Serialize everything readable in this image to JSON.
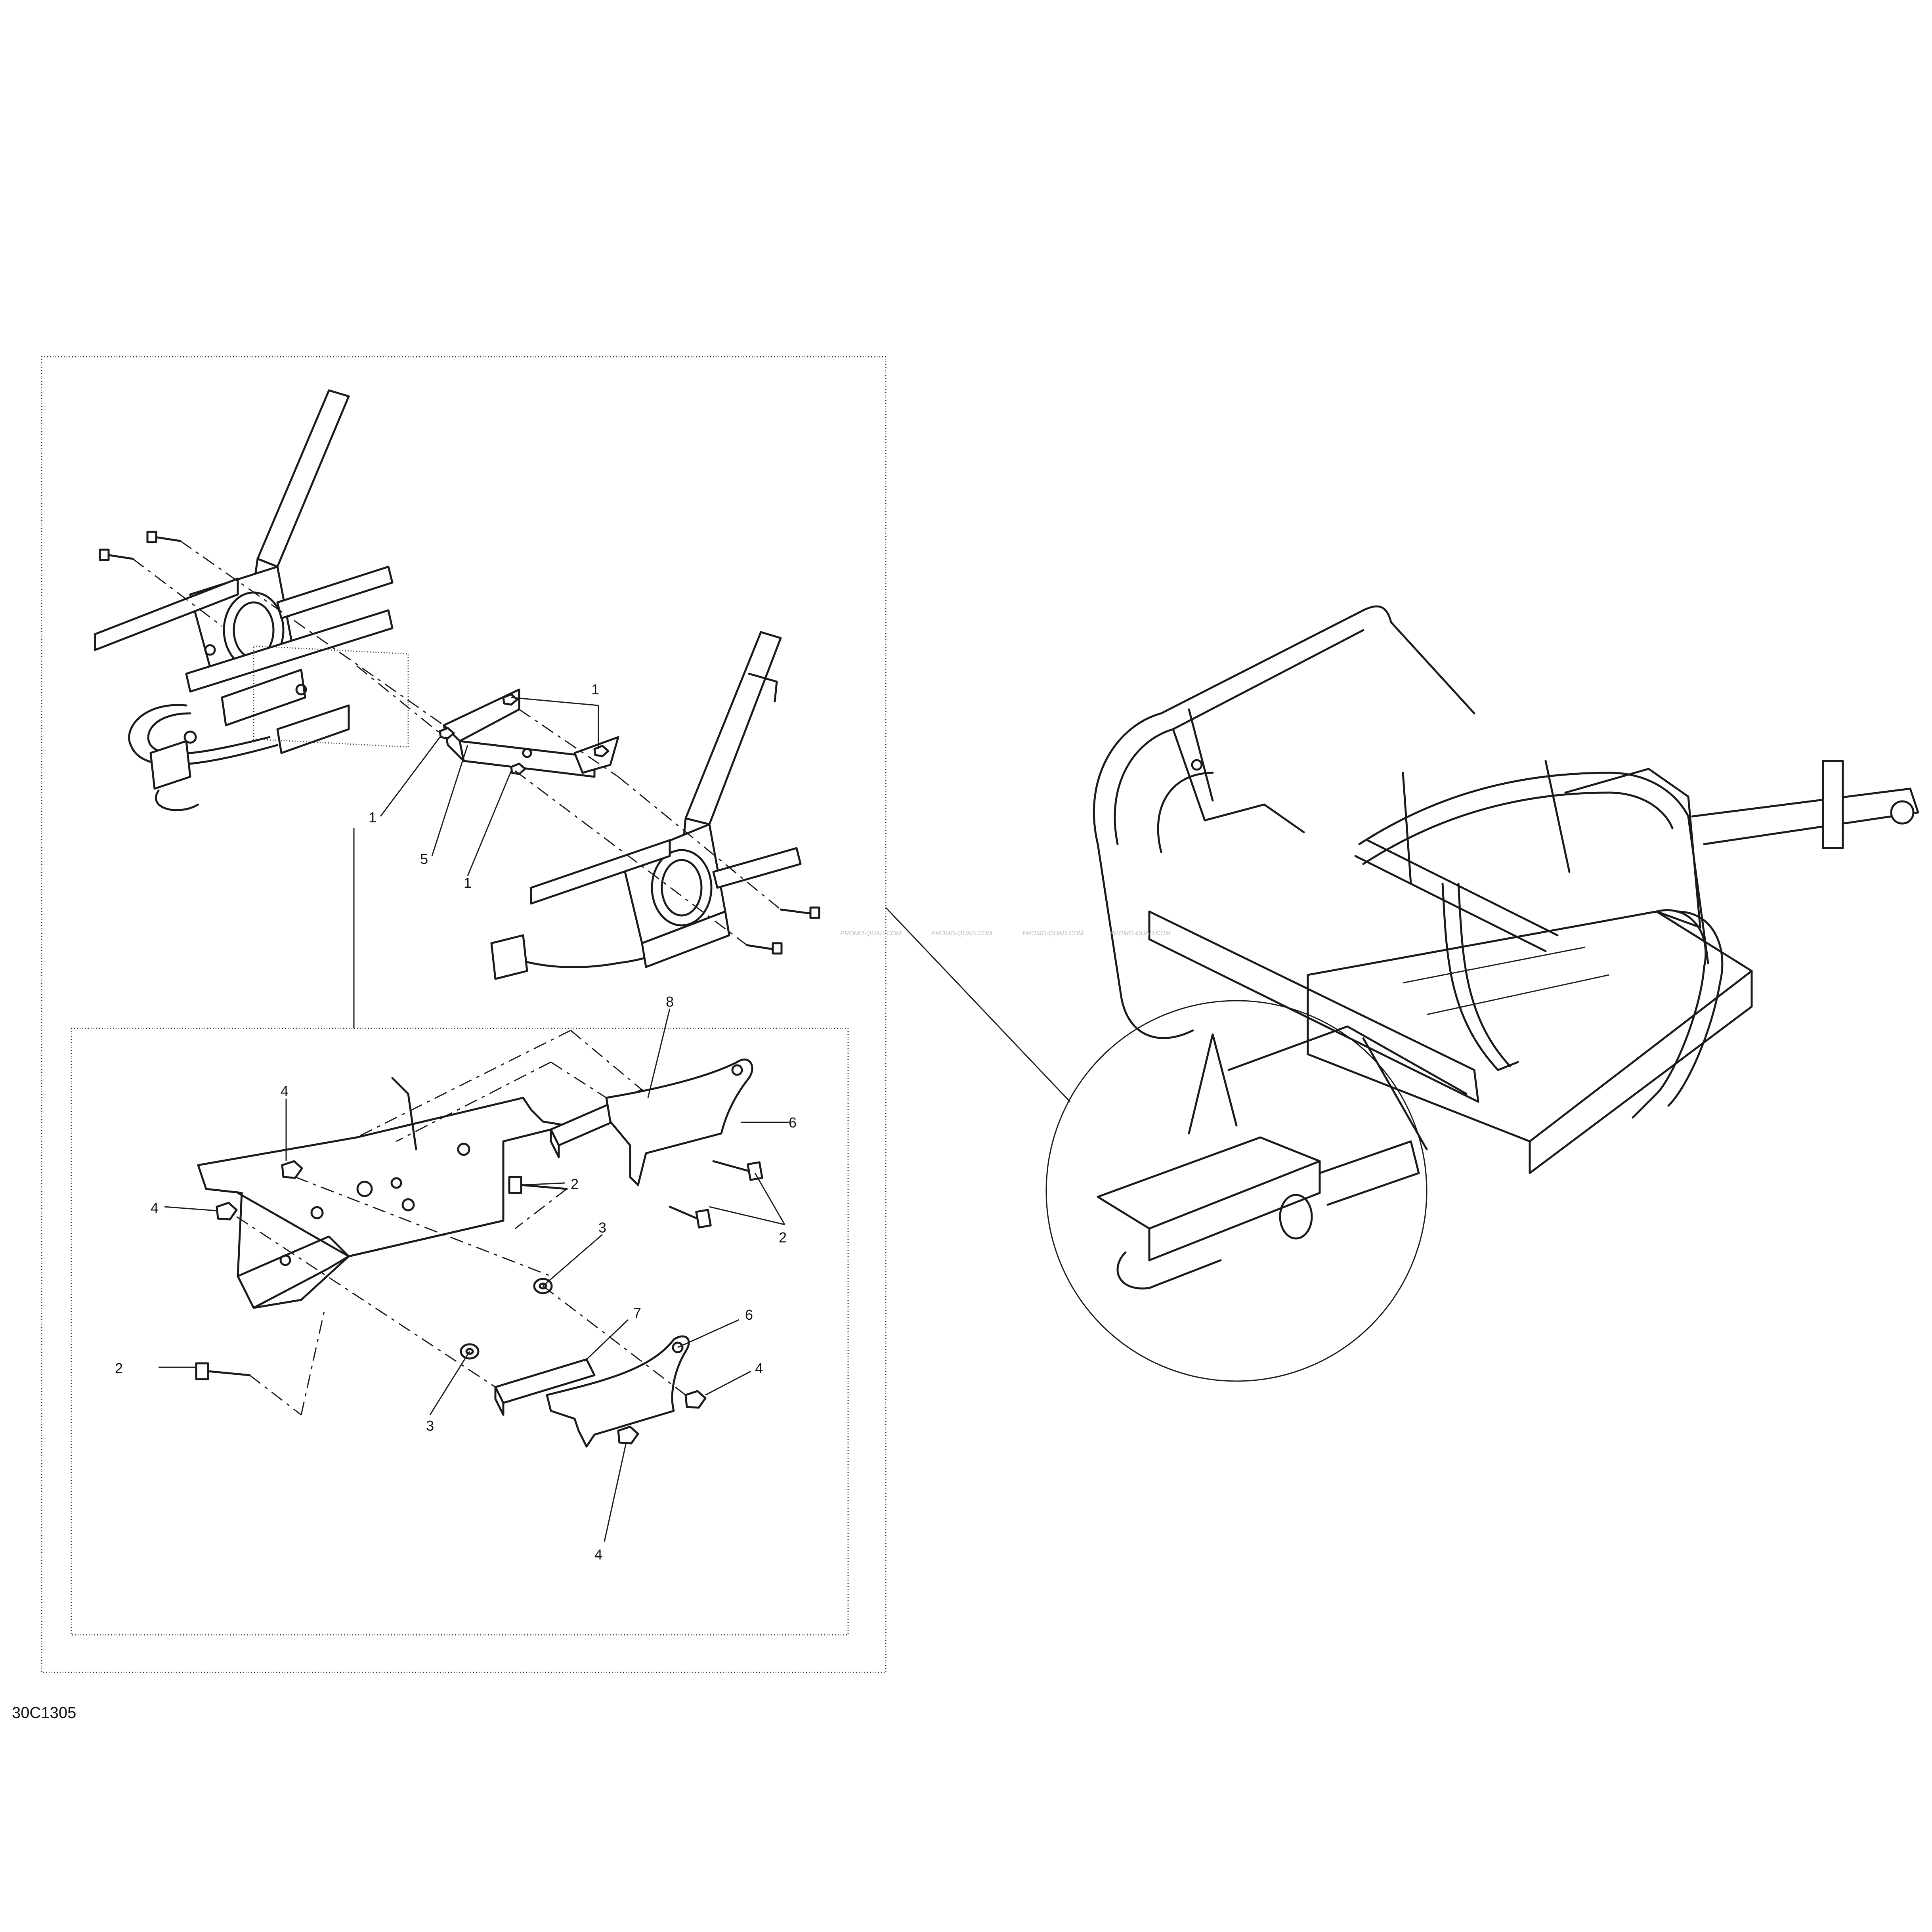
{
  "reference_code": "30C1305",
  "watermark": "PROMO-QUAD.COM",
  "callouts": [
    {
      "id": "c1a",
      "label": "1"
    },
    {
      "id": "c1b",
      "label": "1"
    },
    {
      "id": "c1c",
      "label": "1"
    },
    {
      "id": "c5",
      "label": "5"
    },
    {
      "id": "c8",
      "label": "8"
    },
    {
      "id": "c6a",
      "label": "6"
    },
    {
      "id": "c4a",
      "label": "4"
    },
    {
      "id": "c4b",
      "label": "4"
    },
    {
      "id": "c2a",
      "label": "2"
    },
    {
      "id": "c2b",
      "label": "2"
    },
    {
      "id": "c3a",
      "label": "3"
    },
    {
      "id": "c7",
      "label": "7"
    },
    {
      "id": "c6b",
      "label": "6"
    },
    {
      "id": "c2c",
      "label": "2"
    },
    {
      "id": "c3b",
      "label": "3"
    },
    {
      "id": "c4c",
      "label": "4"
    },
    {
      "id": "c4d",
      "label": "4"
    }
  ]
}
